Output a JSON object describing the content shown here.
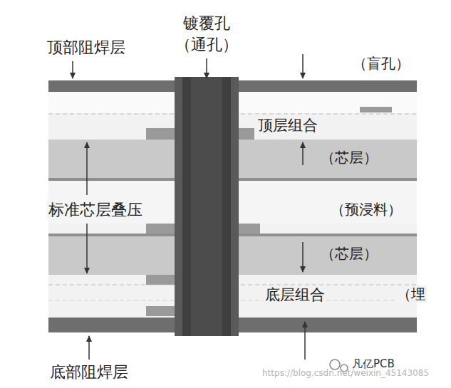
{
  "diagram": {
    "labels": [
      "顶部阻焊层",
      "镀覆孔",
      "（通孔）",
      "（盲孔）",
      "顶层组合",
      "（芯层）",
      "标准芯层叠压",
      "（预浸料）",
      "（芯层）",
      "底层组合",
      "（埋",
      "底部阻焊层",
      "凡亿PCB",
      "https://blog.csdn.net/weixin_45143085"
    ]
  }
}
